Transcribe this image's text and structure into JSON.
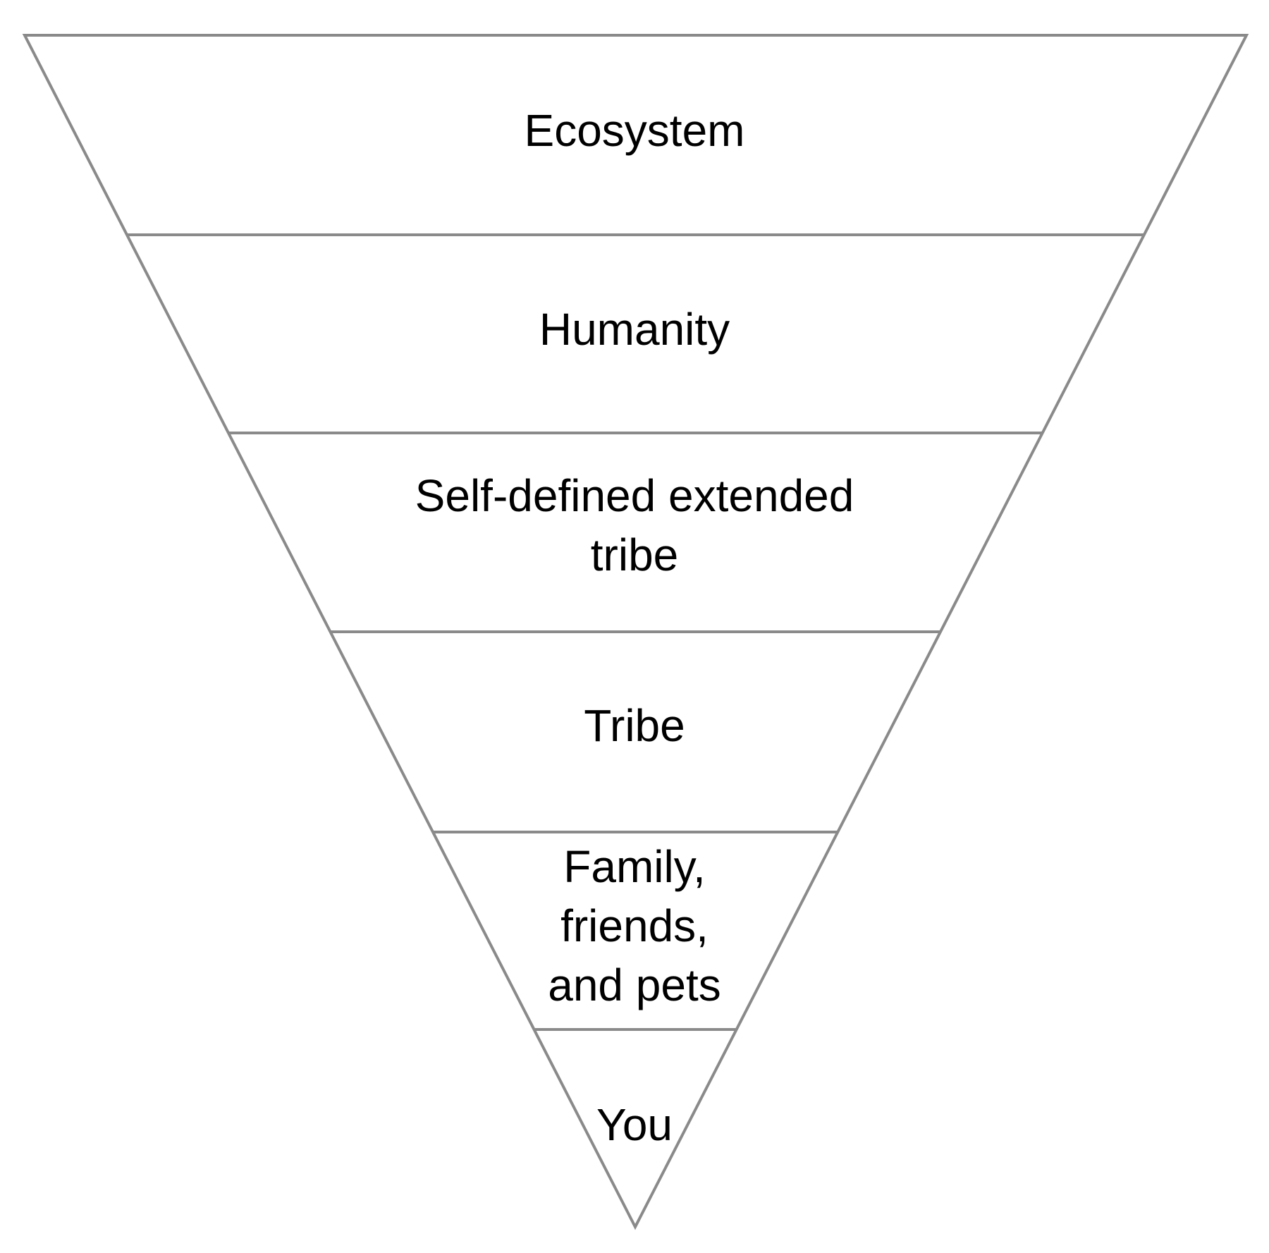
{
  "pyramid": {
    "orientation": "inverted",
    "line_color": "#8a8a8a",
    "text_color": "#000000",
    "tiers": [
      {
        "label_lines": [
          "Ecosystem"
        ]
      },
      {
        "label_lines": [
          "Humanity"
        ]
      },
      {
        "label_lines": [
          "Self-defined extended",
          "tribe"
        ]
      },
      {
        "label_lines": [
          "Tribe"
        ]
      },
      {
        "label_lines": [
          "Family,",
          "friends,",
          "and pets"
        ]
      },
      {
        "label_lines": [
          "You"
        ]
      }
    ]
  }
}
